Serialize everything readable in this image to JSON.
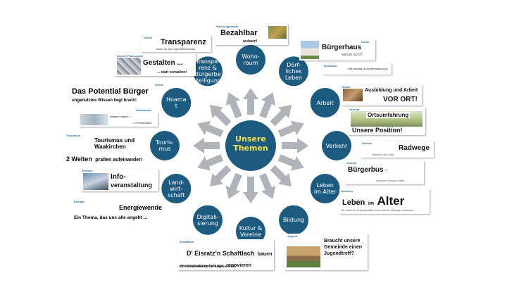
{
  "center": {
    "line1": "Unsere",
    "line2": "Themen"
  },
  "colors": {
    "node": "#1d5a80",
    "arrow": "#aeb4ba",
    "center_text": "#f2e34a",
    "category": "#2b6ca3"
  },
  "nodes": [
    {
      "id": "wohnraum",
      "lines": [
        "Wohn-",
        "raum"
      ]
    },
    {
      "id": "doerfliches-leben",
      "lines": [
        "Dörf-",
        "liches",
        "Leben"
      ]
    },
    {
      "id": "arbeit",
      "lines": [
        "Arbeit"
      ]
    },
    {
      "id": "verkehr",
      "lines": [
        "Verkehr"
      ]
    },
    {
      "id": "leben-im-alter",
      "lines": [
        "Leben",
        "im Alter"
      ]
    },
    {
      "id": "bildung",
      "lines": [
        "Bildung"
      ]
    },
    {
      "id": "kultur-vereine",
      "lines": [
        "Kultur &",
        "Vereine"
      ]
    },
    {
      "id": "digitalisierung",
      "lines": [
        "Digitali-",
        "sierung"
      ]
    },
    {
      "id": "landwirtschaft",
      "lines": [
        "Land-",
        "wirt-",
        "schaft"
      ]
    },
    {
      "id": "tourismus",
      "lines": [
        "Touris-",
        "mus"
      ]
    },
    {
      "id": "hoamat",
      "lines": [
        "Hoama",
        "t"
      ]
    },
    {
      "id": "transparenz",
      "lines": [
        "Transpa-",
        "renz &",
        "Bürgerbe",
        "-teiligung"
      ]
    }
  ],
  "clippings": {
    "bezahlbar": {
      "category": "Wohnungsmarkt",
      "headline": "Bezahlbar",
      "sub": "wohnen!"
    },
    "transparenz": {
      "category": "Politik",
      "headline": "Transparenz",
      "sub": "nicht nur ein Lippenbekenntnis!"
    },
    "gestalten": {
      "category": "Unsere Philosophie",
      "headline": "Gestalten ...",
      "sub": "... statt verwalten!"
    },
    "buergerhaus": {
      "category": "Kultur",
      "headline": "Bürgerhaus",
      "sub": "warum nicht?"
    },
    "dorfentwicklung": {
      "category": "Dorfleben",
      "sub": "Wie wichtig ist Dorfentwicklung?"
    },
    "potential": {
      "category": "Politik",
      "headline": "Das Potential Bürger",
      "sub": "ungenutztes Wissen liegt brach!"
    },
    "wasser": {
      "category": "Trinkwasser",
      "line1": "Wasser marsch ...",
      "line2": "... in Piesenkam!"
    },
    "ausbildung": {
      "category": "Arbeit",
      "line1": "Ausbildung und Arbeit",
      "line2": "VOR ORT!"
    },
    "ortsumfahrung": {
      "category": "Verkehr",
      "headline": "Ortsumfahrung",
      "line2": "Unsere Position!"
    },
    "tourismus": {
      "category": "Tourismus",
      "line1": "Tourismus und",
      "line2": "Waakirchen",
      "line3a": "2 Welten",
      "line3b": "prallen aufeinander!"
    },
    "radwege": {
      "category": "Verkehr",
      "headline": "Radwege",
      "sub": "Sicherer zum Ziel"
    },
    "buergerbus": {
      "category": "Verkehr",
      "headline": "Bürgerbus",
      "dots": "...",
      "sub": "ist einen Versuch wert!"
    },
    "info": {
      "category": "Energie",
      "line1": "Info-",
      "line2": "veranstaltung"
    },
    "leben_alter": {
      "category": "Senioren",
      "word1": "Leben",
      "word2": "im",
      "word3": "Alter",
      "sub": "Wir wollen die Lebensqualität unserer älteren Mitbürger verbessern"
    },
    "energiewende": {
      "category": "Energie",
      "headline": "Energiewende",
      "sub": "Ein Thema, das uns alle angeht ..."
    },
    "schaftlach": {
      "category": "Schaftlach",
      "headline": "D' Eisratz'n Schaftlach",
      "headline2": "bauen",
      "sub1": "eine Stockschützenhalle und",
      "sub1b": "renovieren",
      "sub2": "ihr Vereinsheim für die Allgemeinheit"
    },
    "jugendtreff": {
      "category": "Jugend",
      "line1": "Braucht unsere",
      "line2": "Gemeinde einen",
      "line3": "Jugendtreff?"
    }
  }
}
